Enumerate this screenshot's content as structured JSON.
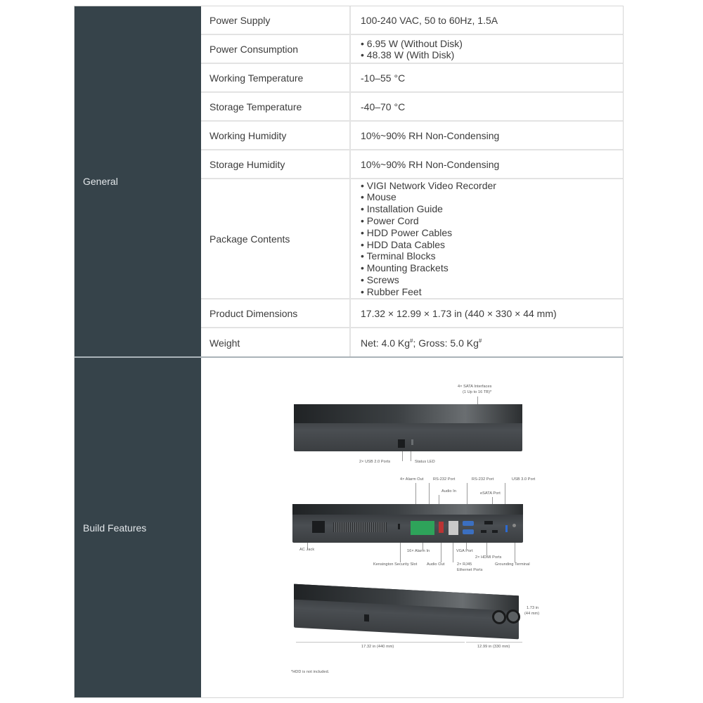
{
  "sections": {
    "general": {
      "label": "General",
      "rows": [
        {
          "key": "Power Supply",
          "value": [
            "100-240 VAC, 50 to 60Hz, 1.5A"
          ]
        },
        {
          "key": "Power Consumption",
          "value": [
            "• 6.95 W (Without Disk)",
            "• 48.38 W (With Disk)"
          ]
        },
        {
          "key": "Working Temperature",
          "value": [
            "-10–55 °C"
          ]
        },
        {
          "key": "Storage Temperature",
          "value": [
            "-40–70 °C"
          ]
        },
        {
          "key": "Working Humidity",
          "value": [
            "10%~90% RH Non-Condensing"
          ]
        },
        {
          "key": "Storage Humidity",
          "value": [
            "10%~90% RH Non-Condensing"
          ]
        },
        {
          "key": "Package Contents",
          "value": [
            "• VIGI Network Video Recorder",
            "• Mouse",
            "• Installation Guide",
            "• Power Cord",
            "• HDD Power Cables",
            "• HDD Data Cables",
            "• Terminal Blocks",
            "• Mounting Brackets",
            "• Screws",
            "• Rubber Feet"
          ]
        },
        {
          "key": "Product Dimensions",
          "value": [
            "17.32 × 12.99 × 1.73 in (440 × 330 × 44 mm)"
          ]
        },
        {
          "key": "Weight",
          "value_parts": {
            "net": "Net: 4.0 Kg",
            "net_mark": "#",
            "sep": "; Gross: 5.0 Kg",
            "gross_mark": "#"
          }
        }
      ]
    },
    "build": {
      "label": "Build Features",
      "annotations": {
        "front": {
          "sata": "4× SATA Interfaces",
          "sata_sub": "(1 Up to 16 TB)*",
          "usb2": "2× USB 2.0 Ports",
          "status_led": "Status LED"
        },
        "rear": {
          "alarm_out": "4× Alarm Out",
          "rs232_a": "RS-232 Port",
          "audio_in": "Audio In",
          "rs232_b": "RS-232 Port",
          "esata": "eSATA Port",
          "usb3": "USB 3.0 Port",
          "ac_jack": "AC Jack",
          "alarm_in": "16× Alarm In",
          "vga": "VGA Port",
          "hdmi": "2× HDMI Ports",
          "kensington": "Kensington Security Slot",
          "audio_out": "Audio Out",
          "rj45": "2× RJ45",
          "rj45_sub": "Ethernet Ports",
          "grounding": "Grounding Terminal"
        },
        "side": {
          "height": "1.73 in",
          "height_mm": "(44 mm)",
          "width": "17.32 in (440 mm)",
          "depth": "12.99 in (330 mm)"
        },
        "footnote": "*HDD is not included."
      }
    }
  },
  "colors": {
    "section_bg": "#36434a",
    "border": "#e3e3e3",
    "text": "#3c3c3c"
  }
}
